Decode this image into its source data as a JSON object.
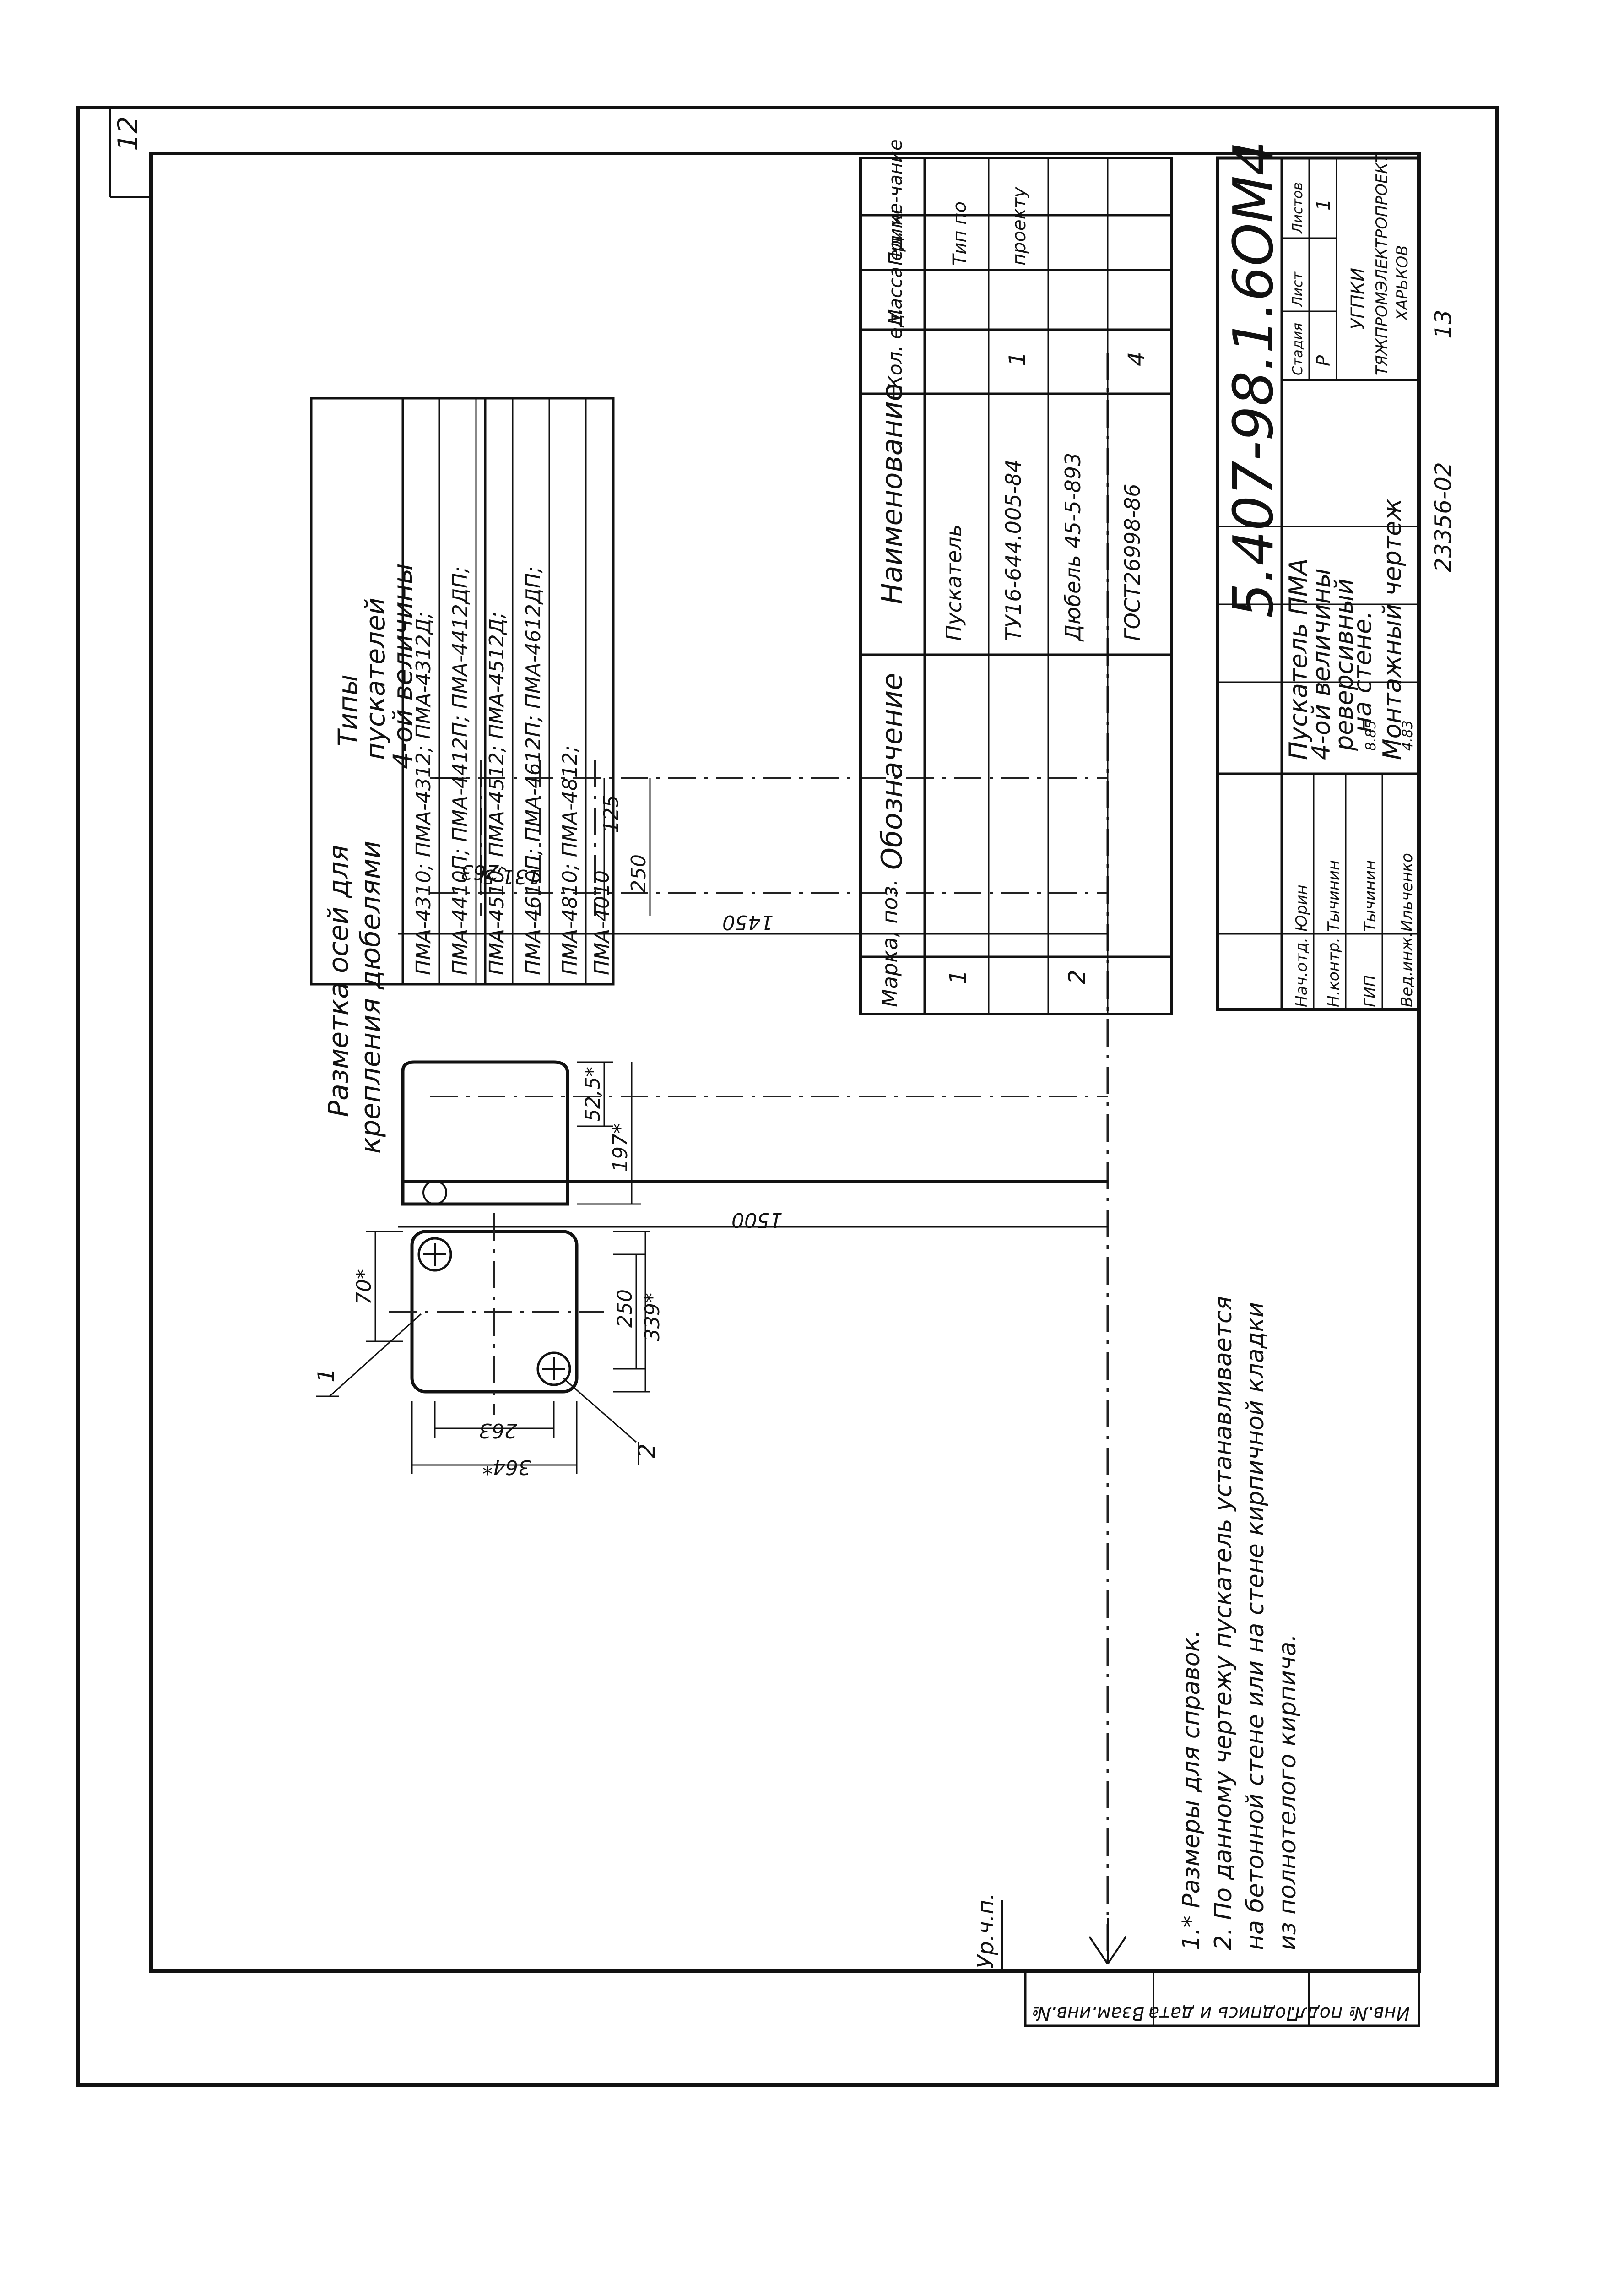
{
  "sheet": {
    "number": "12",
    "doc_code": "5.407-98.1.6ОМ4",
    "archive_number": "23356-02",
    "page": "13",
    "level_mark": "Ур.ч.п."
  },
  "dims": {
    "a": "364*",
    "b": "263",
    "c": "70*",
    "d": "250",
    "e": "339*",
    "f": "52,5*",
    "g": "197*",
    "h": "1500",
    "i": "263",
    "j": "131,5",
    "k": "125",
    "l": "250",
    "m": "1450"
  },
  "callouts": {
    "pos1": "1",
    "pos2": "2"
  },
  "marking": {
    "title_line1": "Разметка осей для",
    "title_line2": "крепления дюбелями"
  },
  "types_table": {
    "title_line1": "Типы",
    "title_line2": "пускателей",
    "title_line3": "4-ой величины",
    "rows": [
      "ПМА-4310; ПМА-4312; ПМА-4312Д;",
      "ПМА-4410П; ПМА-4412П; ПМА-4412ДП;",
      "ПМА-4510; ПМА-4512; ПМА-4512Д;",
      "ПМА-4610П; ПМА-4612П; ПМА-4612ДП;",
      "ПМА-4810; ПМА-4812;",
      "ПМА-4010"
    ]
  },
  "spec_table": {
    "headers": [
      "Марка, поз.",
      "Обозначение",
      "Наименование",
      "Кол. ед.",
      "Масса ед. кг",
      "Приме-чание"
    ],
    "rows": [
      {
        "pos": "1",
        "designation": "",
        "name": "Пускатель",
        "name2": "ТУ16-644.005-84",
        "qty": "1",
        "mass": "",
        "note": "Тип по",
        "note2": "проекту"
      },
      {
        "pos": "2",
        "designation": "",
        "name": "Дюбель 45-5-893",
        "name2": "ГОСТ26998-86",
        "qty": "4",
        "mass": "",
        "note": "",
        "note2": ""
      }
    ]
  },
  "notes": [
    "1.* Размеры для справок.",
    "2. По данному чертежу пускатель устанавливается",
    "на бетонной стене или на стене кирпичной кладки",
    "из полнотелого кирпича."
  ],
  "title_block": {
    "roles": [
      "Нач.отд.",
      "Н.контр.",
      "ГИП",
      "Вед.инж."
    ],
    "names": [
      "Юрин",
      "Тычинин",
      "Тычинин",
      "Ильченко"
    ],
    "dates": [
      "",
      "",
      "8.85",
      "4.83"
    ],
    "title_line1": "Пускатель ПМА",
    "title_line2": "4-ой величины",
    "title_line3": "реверсивный",
    "title_line4": "на стене.",
    "title_line5": "Монтажный чертеж",
    "stage_label": "Стадия",
    "sheet_label": "Лист",
    "sheets_label": "Листов",
    "stage": "Р",
    "sheets": "1",
    "org_line1": "УГПКИ",
    "org_line2": "ТЯЖПРОМЭЛЕКТРОПРОЕКТ",
    "org_line3": "ХАРЬКОВ"
  },
  "margin_labels": [
    "Инв.№ подл.",
    "Подпись и дата",
    "Взам.инв.№"
  ]
}
